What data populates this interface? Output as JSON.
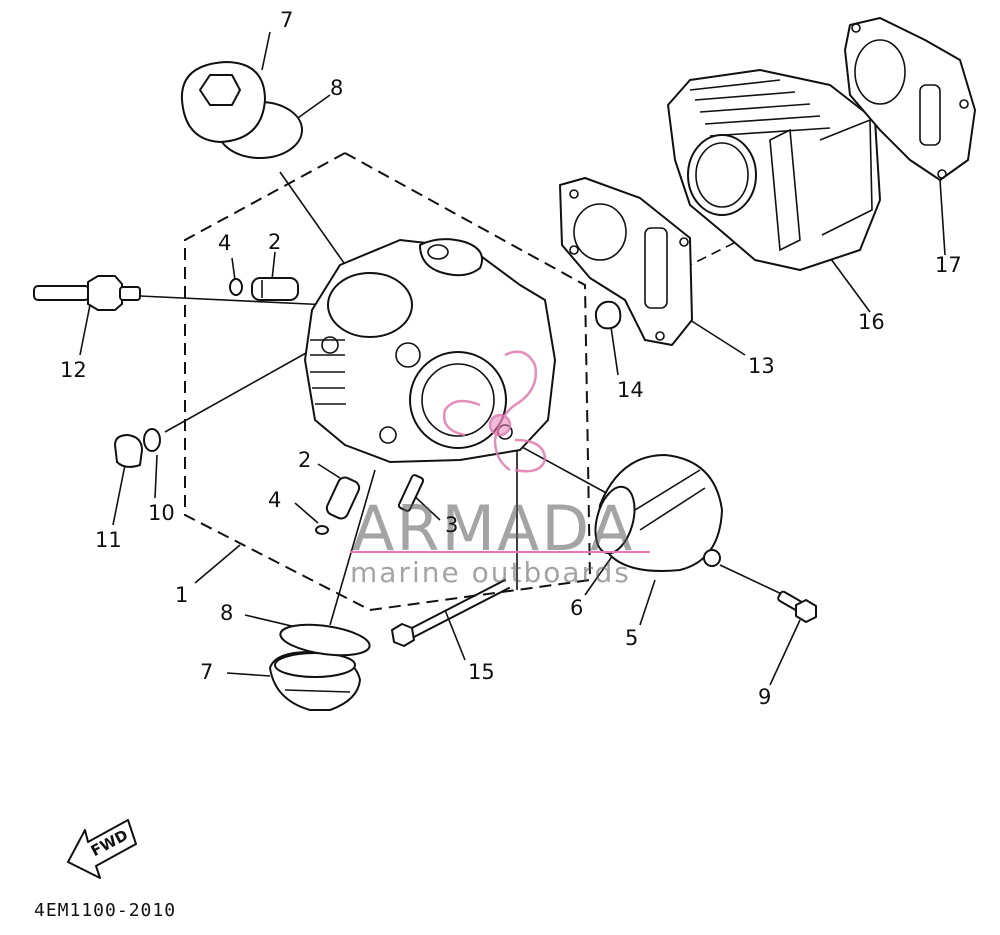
{
  "diagram": {
    "labels": {
      "l1": "1",
      "l2a": "2",
      "l2b": "2",
      "l3": "3",
      "l4a": "4",
      "l4b": "4",
      "l5": "5",
      "l6": "6",
      "l7a": "7",
      "l7b": "7",
      "l8a": "8",
      "l8b": "8",
      "l9": "9",
      "l10": "10",
      "l11": "11",
      "l12": "12",
      "l13": "13",
      "l14": "14",
      "l15": "15",
      "l16": "16",
      "l17": "17"
    },
    "fwd_label": "FWD",
    "diagram_code": "4EM1100-2010"
  },
  "watermark": {
    "brand": "ARMADA",
    "tagline": "marine outboards",
    "accent_color": "#e07ab0"
  }
}
